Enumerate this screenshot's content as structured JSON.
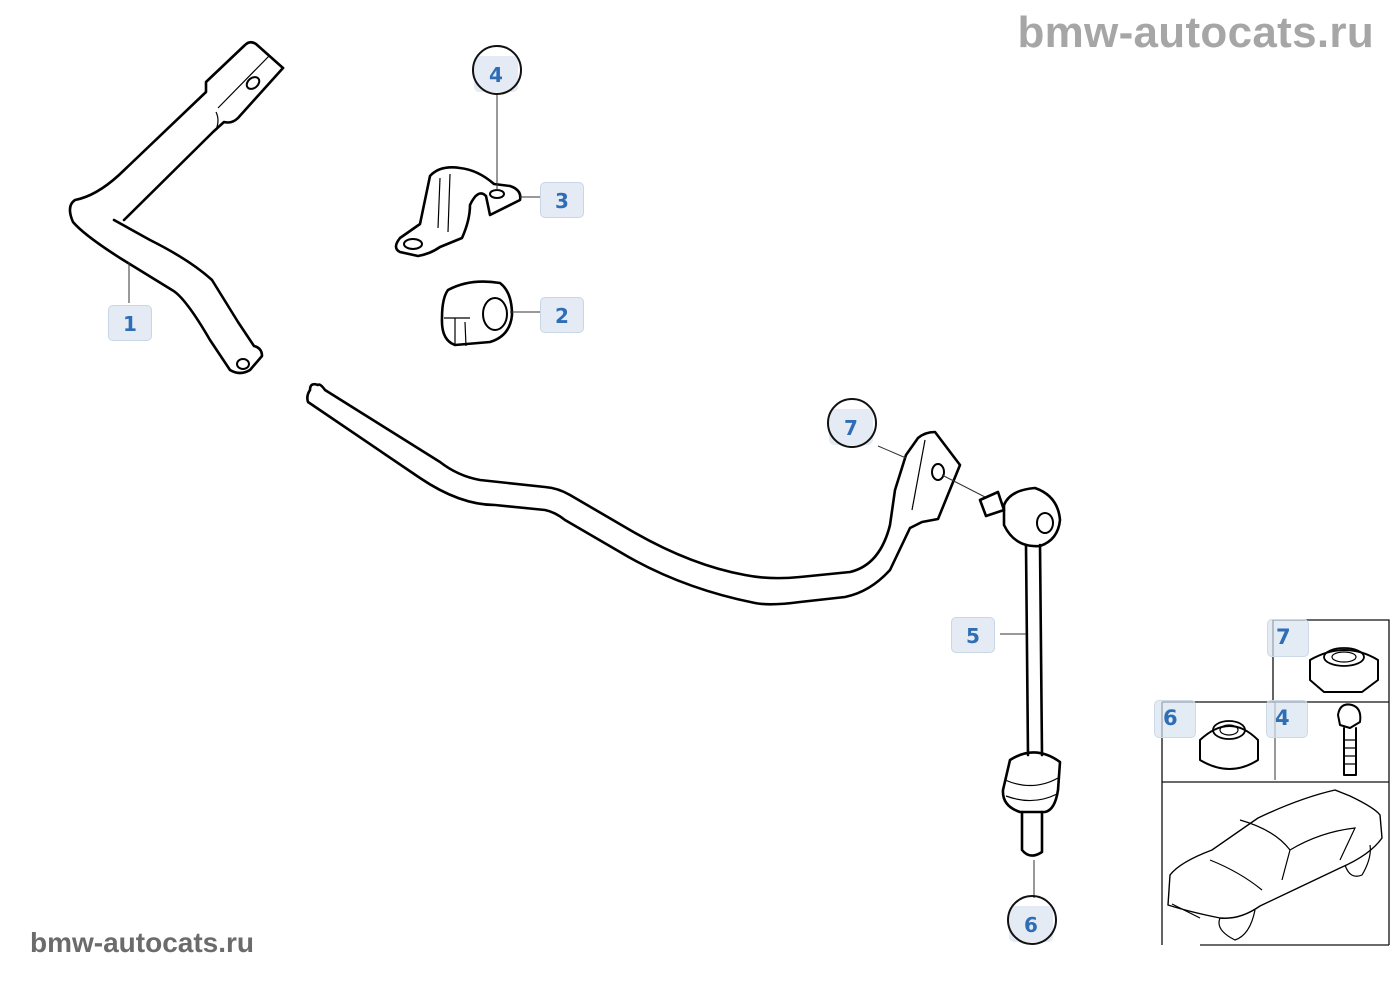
{
  "watermarks": {
    "top": "bmw-autocats.ru",
    "bottom": "bmw-autocats.ru"
  },
  "colors": {
    "callout_text": "#2f6db5",
    "callout_bg": "#e4ebf4",
    "watermark_top": "#a6a6a6",
    "watermark_bottom": "#6b6b6b"
  },
  "callouts": [
    {
      "label": "1",
      "part": "stabilizer-bar",
      "circled": false
    },
    {
      "label": "2",
      "part": "stabilizer-rubber-mounting",
      "circled": false
    },
    {
      "label": "3",
      "part": "stabilizer-bracket",
      "circled": false
    },
    {
      "label": "4",
      "part": "hex-bolt",
      "circled": true
    },
    {
      "label": "5",
      "part": "stabilizer-link",
      "circled": false
    },
    {
      "label": "6",
      "part": "collar-nut",
      "circled": true
    },
    {
      "label": "7",
      "part": "self-locking-nut",
      "circled": true
    }
  ],
  "inset": {
    "items": [
      {
        "label": "7",
        "part": "self-locking-hex-nut"
      },
      {
        "label": "6",
        "part": "hex-collar-nut"
      },
      {
        "label": "4",
        "part": "hex-bolt"
      }
    ],
    "vehicle": "sedan-outline"
  }
}
